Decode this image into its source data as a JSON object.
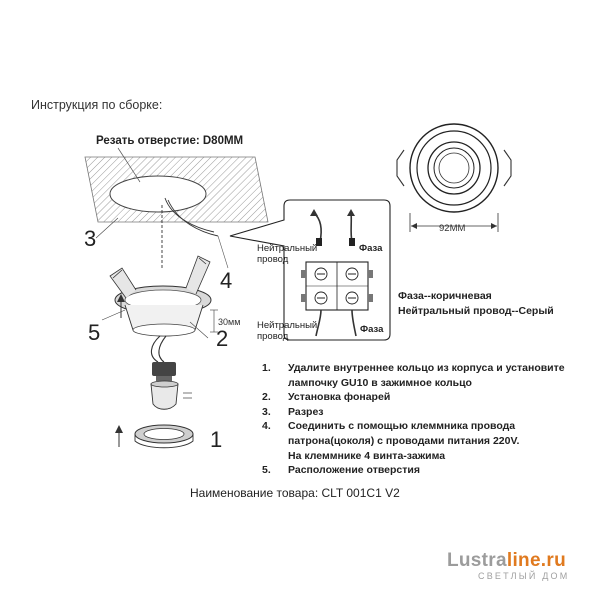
{
  "heading": "Инструкция по сборке:",
  "cut_label": "Резать отверстие: D80MM",
  "step_numbers": [
    "1",
    "2",
    "3",
    "4",
    "5"
  ],
  "height_label": "30мм",
  "diameter_label": "92MM",
  "wiring": {
    "neutral_top": [
      "Нейтральный",
      "провод"
    ],
    "phase_top": "Фаза",
    "neutral_bottom": [
      "Нейтральный",
      "провод"
    ],
    "phase_bottom": "Фаза"
  },
  "legend": {
    "phase": "Фаза--коричневая",
    "neutral": "Нейтральный провод--Серый"
  },
  "instructions": [
    {
      "num": "1.",
      "lines": [
        "Удалите внутреннее кольцо из корпуса и установите",
        "лампочку GU10 в зажимное кольцо"
      ]
    },
    {
      "num": "2.",
      "lines": [
        "Установка фонарей"
      ]
    },
    {
      "num": "3.",
      "lines": [
        "Разрез"
      ]
    },
    {
      "num": "4.",
      "lines": [
        "Соединить с помощью клеммника провода",
        "патрона(цоколя) с проводами питания 220V.",
        "На клеммнике 4 винта-зажима"
      ]
    },
    {
      "num": "5.",
      "lines": [
        "Расположение отверстия"
      ]
    }
  ],
  "product_name": "Наименование товара: CLT 001C1 V2",
  "logo": {
    "part1": "Lustra",
    "part2": "line.ru",
    "tagline": "СВЕТЛЫЙ ДОМ"
  }
}
